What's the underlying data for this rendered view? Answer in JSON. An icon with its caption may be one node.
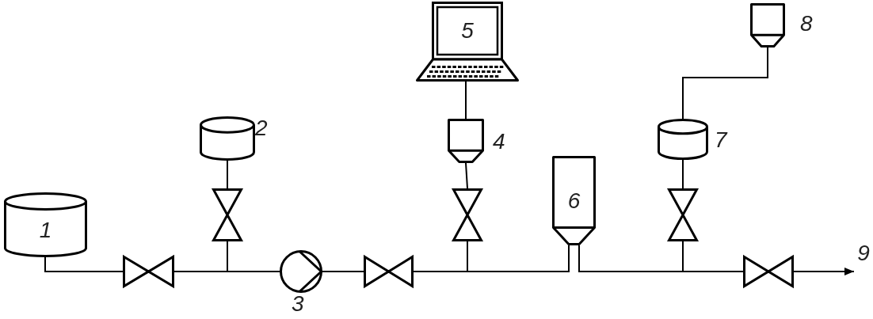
{
  "diagram": {
    "nodes": [
      {
        "text": [
          "1"
        ]
      },
      {
        "text": [],
        "shape": "valve"
      },
      {
        "text": [],
        "shape": "cylinder",
        "beside": [
          "2"
        ]
      },
      {
        "text": [],
        "shape": "valve"
      },
      {
        "text": [],
        "shape": "circle",
        "beside": [
          "3"
        ]
      },
      {
        "text": [],
        "shape": "valve"
      },
      {
        "text": [
          "5"
        ]
      },
      {
        "text": [],
        "shape": "box",
        "beside": [
          "4"
        ]
      },
      {
        "text": [],
        "shape": "valve"
      },
      {
        "text": [
          "6"
        ]
      },
      {
        "text": [],
        "shape": "cylinder",
        "beside": [
          "7"
        ]
      },
      {
        "text": [],
        "shape": "box",
        "beside": [
          "8"
        ]
      },
      {
        "text": [],
        "shape": "valve"
      },
      {
        "text": [],
        "shape": "valve"
      },
      {
        "text": [
          "9"
        ]
      }
    ],
    "edges": [
      {
        "from": 0,
        "to": 1,
        "arrow": "none"
      },
      {
        "from": 1,
        "to": 4,
        "arrow": "none"
      },
      {
        "from": 3,
        "to": 4,
        "arrow": "none"
      },
      {
        "from": 2,
        "to": 3,
        "arrow": "none"
      },
      {
        "from": 4,
        "to": 5,
        "arrow": "none"
      },
      {
        "from": 5,
        "to": 9,
        "arrow": "none"
      },
      {
        "from": 8,
        "to": 9,
        "arrow": "none"
      },
      {
        "from": 7,
        "to": 8,
        "arrow": "none"
      },
      {
        "from": 6,
        "to": 7,
        "arrow": "none"
      },
      {
        "from": 9,
        "to": 13,
        "arrow": "none"
      },
      {
        "from": 12,
        "to": 13,
        "arrow": "none"
      },
      {
        "from": 10,
        "to": 12,
        "arrow": "none"
      },
      {
        "from": 11,
        "to": 10,
        "arrow": "none"
      },
      {
        "from": 13,
        "to": 14,
        "arrow": "to"
      }
    ]
  }
}
